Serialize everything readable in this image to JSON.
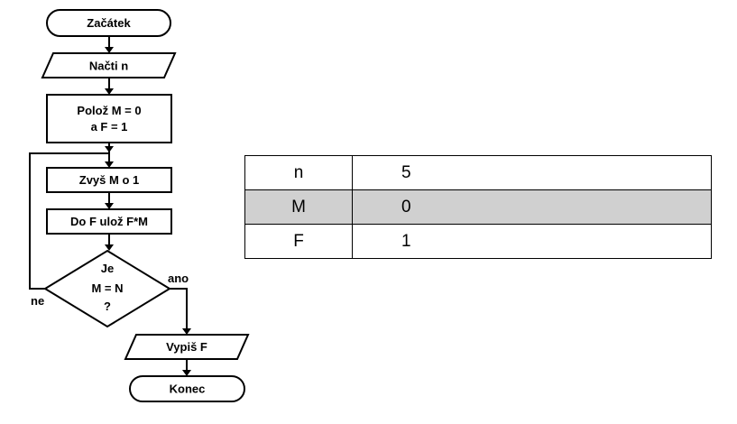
{
  "flowchart": {
    "start": "Začátek",
    "input": "Načti n",
    "init_line1": "Polož M = 0",
    "init_line2": "a F = 1",
    "increment": "Zvyš M o 1",
    "multiply": "Do F ulož F*M",
    "decision_line1": "Je",
    "decision_line2": "M = N",
    "decision_line3": "?",
    "branch_yes": "ano",
    "branch_no": "ne",
    "output": "Vypiš F",
    "end": "Konec"
  },
  "state_table": {
    "rows": [
      {
        "name": "n",
        "value": "5",
        "shaded": false
      },
      {
        "name": "M",
        "value": "0",
        "shaded": true
      },
      {
        "name": "F",
        "value": "1",
        "shaded": false
      }
    ]
  }
}
